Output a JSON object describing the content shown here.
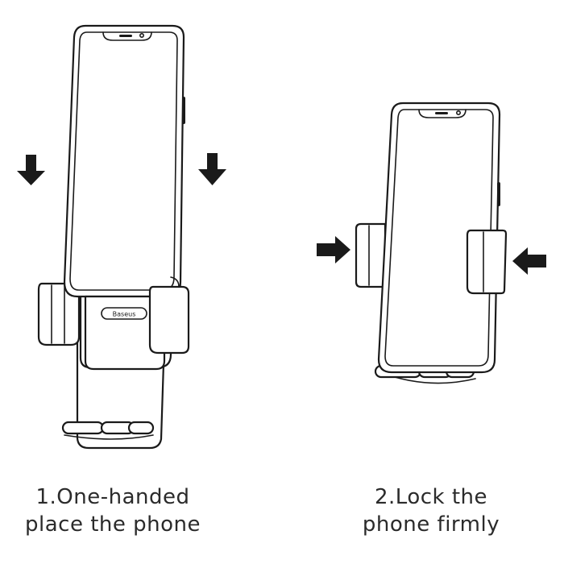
{
  "steps": [
    {
      "line1": "1.One-handed",
      "line2": "place the phone"
    },
    {
      "line1": "2.Lock the",
      "line2": "phone firmly"
    }
  ],
  "brand_logo": "Baseus",
  "colors": {
    "ink": "#1a1a1a",
    "caption": "#2b2b2b",
    "background": "#ffffff"
  }
}
